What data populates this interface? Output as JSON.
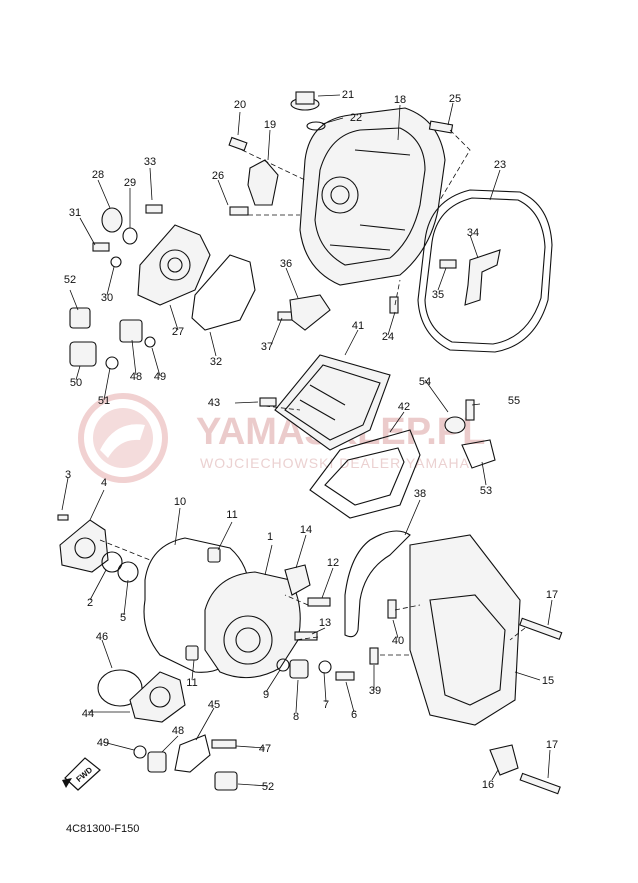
{
  "diagram_code": "4C81300-F150",
  "watermark": {
    "title": "YAMASKLEP.PL",
    "subtitle": "WOJCIECHOWSKI DEALER YAMAHA"
  },
  "fwd_label": "FWD",
  "callouts": [
    "1",
    "2",
    "3",
    "4",
    "5",
    "6",
    "7",
    "8",
    "9",
    "10",
    "11",
    "11",
    "12",
    "13",
    "14",
    "15",
    "16",
    "17",
    "17",
    "18",
    "19",
    "20",
    "21",
    "22",
    "23",
    "24",
    "25",
    "26",
    "27",
    "28",
    "29",
    "30",
    "31",
    "32",
    "33",
    "34",
    "35",
    "36",
    "37",
    "38",
    "39",
    "40",
    "41",
    "42",
    "43",
    "44",
    "45",
    "46",
    "47",
    "48",
    "48",
    "49",
    "49",
    "50",
    "51",
    "52",
    "52",
    "53",
    "54",
    "55"
  ]
}
